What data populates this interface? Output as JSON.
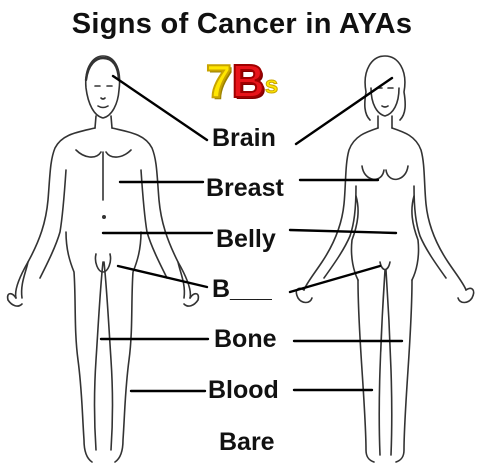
{
  "title": "Signs of Cancer in AYAs",
  "logo": {
    "seven": "7",
    "b": "B",
    "s": "s"
  },
  "labels": {
    "brain": "Brain",
    "breast": "Breast",
    "belly": "Belly",
    "b_blank": "B___",
    "bone": "Bone",
    "blood": "Blood",
    "bare": "Bare"
  },
  "colors": {
    "logo_yellow": "#ffe600",
    "logo_red": "#e8141a",
    "line": "#000000"
  }
}
